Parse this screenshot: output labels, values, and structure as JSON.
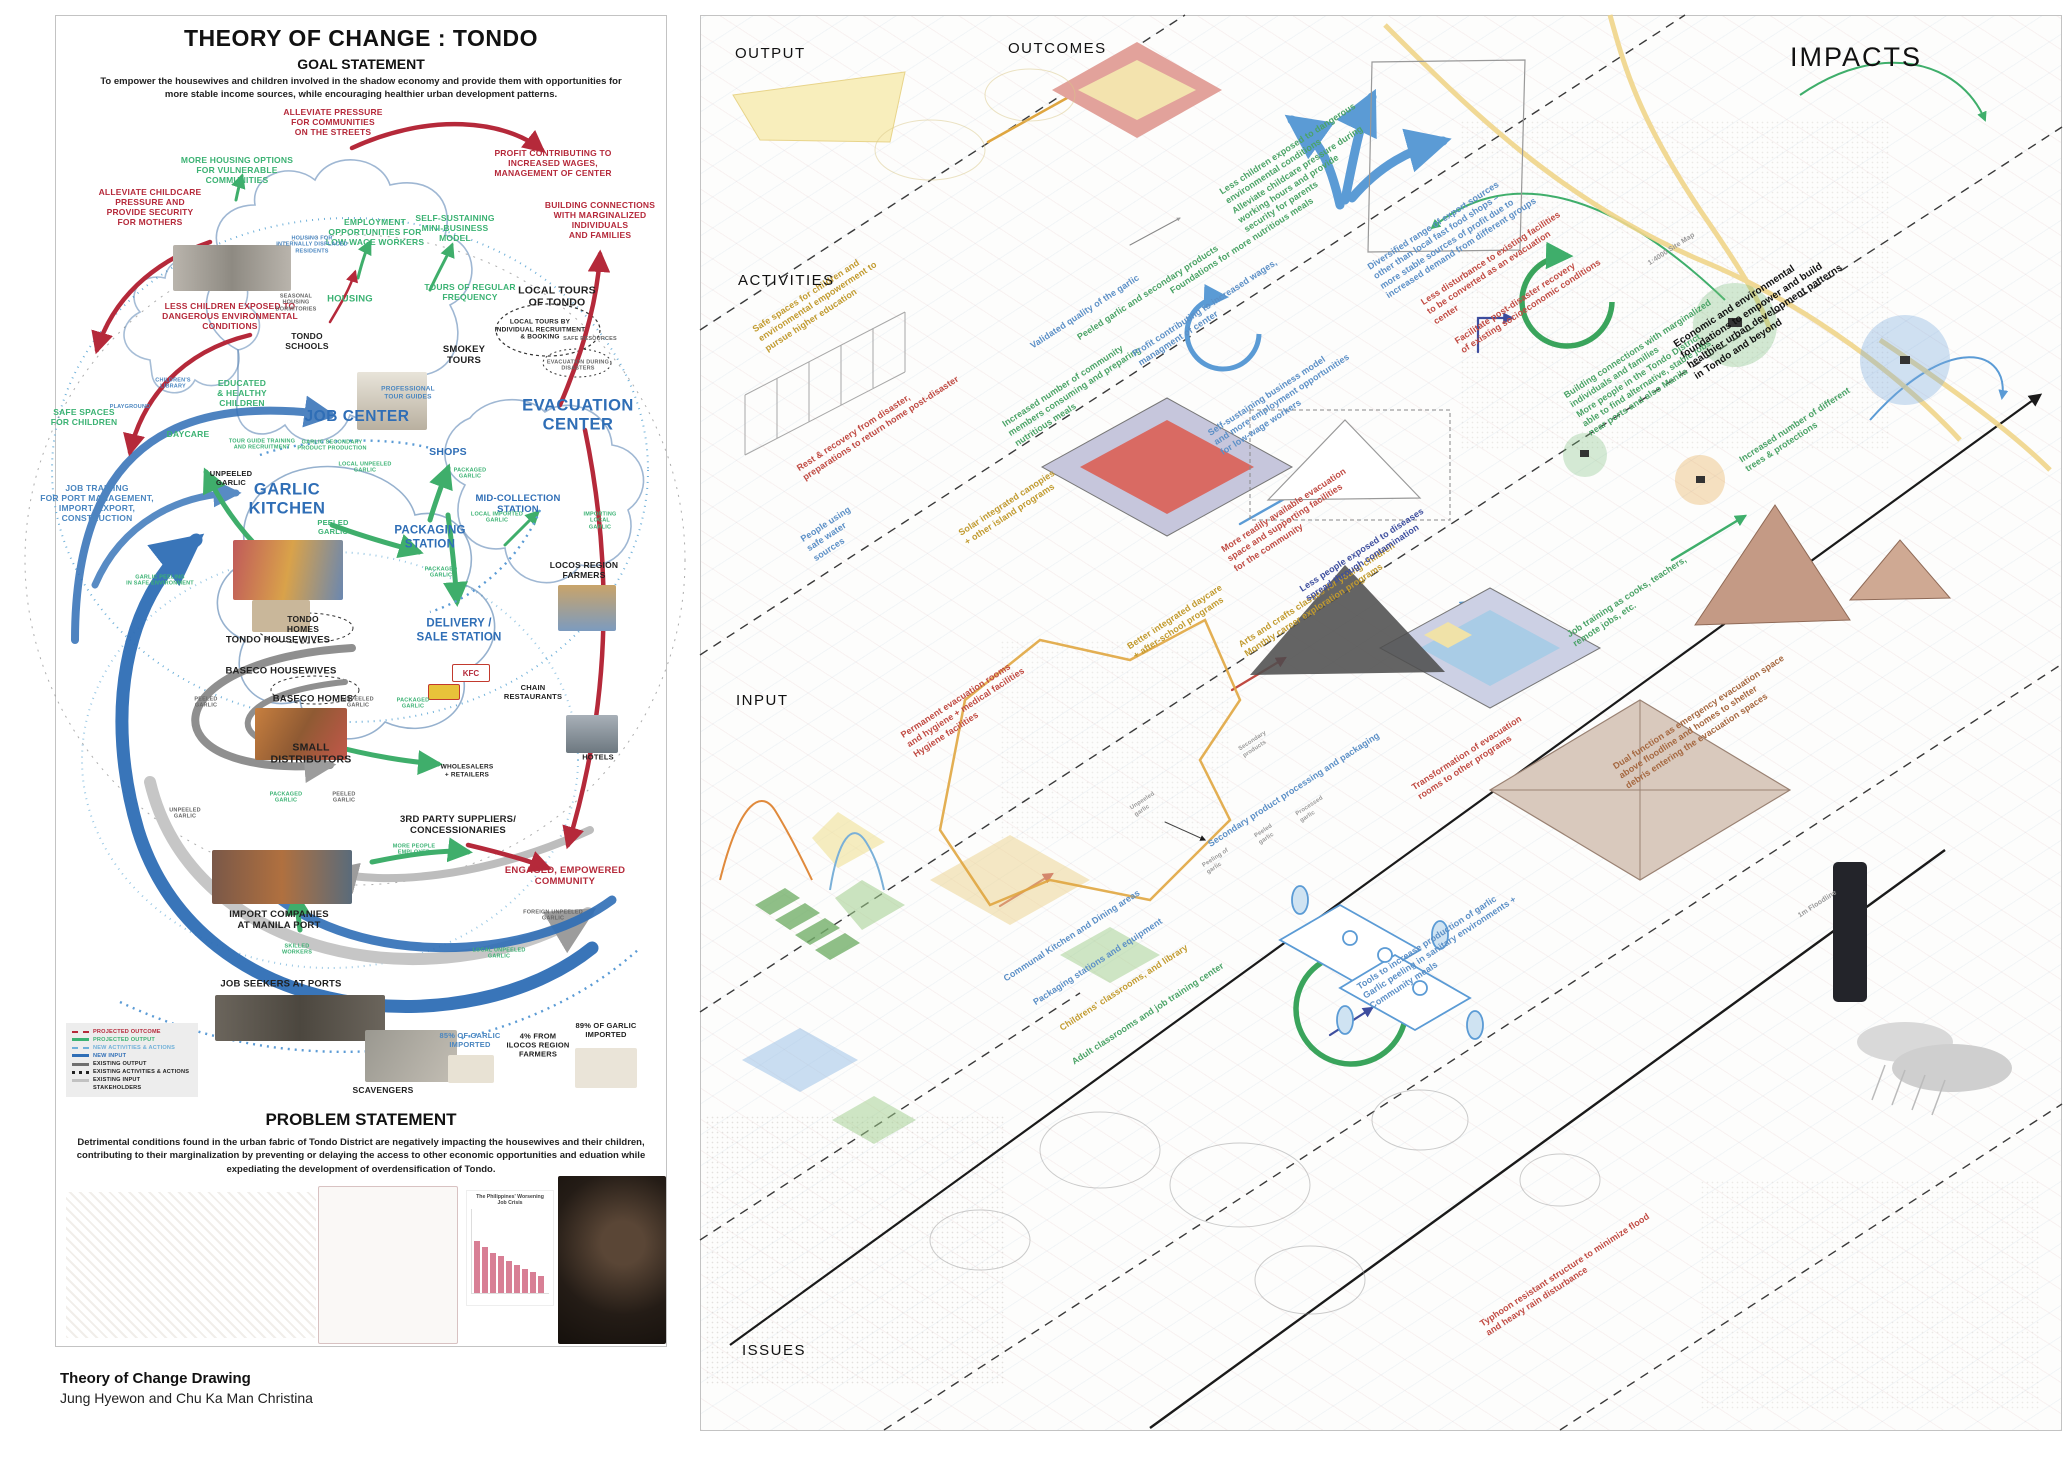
{
  "left": {
    "title": "THEORY OF CHANGE : TONDO",
    "goal_heading": "GOAL STATEMENT",
    "goal_text": "To empower the housewives and children involved in the shadow economy and provide them with opportunities for\nmore stable income sources, while encouraging healthier urban development patterns.",
    "problem_heading": "PROBLEM STATEMENT",
    "problem_text": "Detrimental conditions found in the urban fabric of Tondo District are negatively impacting the housewives and their children,\ncontributing to their marginalization by preventing or delaying the access to other economic opportunities and eduation while\nexpediating the development of overdensification of Tondo.",
    "mini_chart_title": "The Philippines' Worsening Job Crisis"
  },
  "mini_chart": {
    "type": "bar",
    "values_relative": [
      62,
      55,
      48,
      44,
      38,
      33,
      29,
      25,
      20
    ]
  },
  "L": {
    "alleviate_pressure": "ALLEVIATE PRESSURE\nFOR COMMUNITIES\nON THE STREETS",
    "more_housing": "MORE HOUSING OPTIONS\nFOR VULNERABLE\nCOMMUNITIES",
    "alleviate_childcare": "ALLEVIATE CHILDCARE\nPRESSURE AND\nPROVIDE SECURITY\nFOR MOTHERS",
    "profit_wages": "PROFIT CONTRIBUTING TO\nINCREASED WAGES,\nMANAGEMENT OF CENTER",
    "building_connections": "BUILDING CONNECTIONS\nWITH MARGINALIZED\nINDIVIDUALS\nAND FAMILIES",
    "self_sustaining": "SELF-SUSTAINING\nMINI-BUSINESS\nMODEL",
    "employment_opportunities": "EMPLOYMENT\nOPPORTUNITIES FOR\nLOW-WAGE WORKERS",
    "housing_displaced": "HOUSING FOR\nINTERNALLY DISPLACED\nRESIDENTS",
    "less_children": "LESS CHILDREN EXPOSED TO\nDANGEROUS ENVIRONMENTAL\nCONDITIONS",
    "seasonal_housing": "SEASONAL\nHOUSING\nDORMITORIES",
    "housing": "HOUSING",
    "tours_frequency": "TOURS OF REGULAR\nFREQUENCY",
    "local_tours_tondo": "LOCAL TOURS\nOF TONDO",
    "local_tours_booking": "LOCAL TOURS BY\nINDIVIDUAL RECRUITMENT\n& BOOKING",
    "tondo_schools": "TONDO\nSCHOOLS",
    "smokey_tours": "SMOKEY\nTOURS",
    "safe_resources": "SAFE RESOURCES",
    "evacuation_during_disasters": "EVACUATION DURING\nDISASTERS",
    "educated_healthy": "EDUCATED\n& HEALTHY\nCHILDREN",
    "childrens_library": "CHILDREN'S\nLIBRARY",
    "playground": "PLAYGROUND",
    "daycare": "DAYCARE",
    "safe_spaces": "SAFE SPACES\nFOR CHILDREN",
    "professional_tour_guides": "PROFESSIONAL\nTOUR GUIDES",
    "evacuation_center": "EVACUATION\nCENTER",
    "job_center": "JOB CENTER",
    "job_training_ports": "JOB TRAINING\nFOR PORT MANAGEMENT,\nIMPORT, EXPORT,\nCONSTRUCTION",
    "unpeeled_garlic_1": "UNPEELED\nGARLIC",
    "garlic_kitchen": "GARLIC\nKITCHEN",
    "peeled_garlic_1": "PEELED\nGARLIC",
    "shops": "SHOPS",
    "mid_collection": "MID-COLLECTION\nSTATION",
    "packaging_station": "PACKAGING\nSTATION",
    "delivery_sale": "DELIVERY /\nSALE STATION",
    "locos_farmers": "LOCOS REGION\nFARMERS",
    "tour_guide_training": "TOUR GUIDE TRAINING\nAND RECRUITMENT",
    "garlic_secondary_production": "GARLIC SECONDARY\nPRODUCT PRODUCTION",
    "local_unpeeled_1": "LOCAL UNPEELED\nGARLIC",
    "garlic_peeling_safe": "GARLIC PEELING\nIN SAFE ENVIRONMENT",
    "packaged_garlic_1": "PACKAGED\nGARLIC",
    "packaged_garlic_2": "PACKAGED\nGARLIC",
    "local_imported_garlic": "LOCAL IMPORTED\nGARLIC",
    "importing_local_garlic": "IMPORTING\nLOCAL\nGARLIC",
    "tondo_homes": "TONDO\nHOMES",
    "tondo_housewives": "TONDO HOUSEWIVES",
    "baseco_housewives": "BASECO HOUSEWIVES",
    "baseco_homes": "BASECO HOMES",
    "small_distributors": "SMALL\nDISTRIBUTORS",
    "peeled_garlic_2": "PEELED\nGARLIC",
    "unpeeled_garlic_2": "UNPEELED\nGARLIC",
    "packaged_garlic_3": "PACKAGED\nGARLIC",
    "packaged_garlic_4": "PACKAGED\nGARLIC",
    "peeled_garlic_3": "PEELED\nGARLIC",
    "unpeeled_garlic_3": "UNPEELED\nGARLIC",
    "third_party": "3RD PARTY SUPPLIERS/\nCONCESSIONARIES",
    "more_people_employed": "MORE PEOPLE\nEMPLOYED",
    "engaged_empowered": "ENGAGED, EMPOWERED\nCOMMUNITY",
    "foreign_unpeeled": "FOREIGN UNPEELED\nGARLIC",
    "local_unpeeled_2": "LOCAL UNPEELED\nGARLIC",
    "import_companies": "IMPORT COMPANIES\nAT MANILA PORT",
    "skilled_workers": "SKILLED\nWORKERS",
    "job_seekers": "JOB SEEKERS AT PORTS",
    "scavengers": "SCAVENGERS",
    "pct_85": "85% OF GARLIC\nIMPORTED",
    "pct_4": "4% FROM\nILOCOS REGION\nFARMERS",
    "pct_89": "89% OF GARLIC\nIMPORTED",
    "chain_restaurants": "CHAIN\nRESTAURANTS",
    "hotels": "HOTELS",
    "wholesalers_retailers": "WHOLESALERS\n+ RETAILERS",
    "kfc": "KFC"
  },
  "legend": {
    "items": [
      {
        "label": "PROJECTED OUTCOME"
      },
      {
        "label": "PROJECTED OUTPUT"
      },
      {
        "label": "NEW ACTIVITIES & ACTIONS"
      },
      {
        "label": "NEW INPUT"
      },
      {
        "label": "EXISTING OUTPUT"
      },
      {
        "label": "EXISTING ACTIVITIES & ACTIONS"
      },
      {
        "label": "EXISTING INPUT"
      },
      {
        "label": "STAKEHOLDERS"
      }
    ]
  },
  "R": {
    "sections": {
      "output": "OUTPUT",
      "outcomes": "OUTCOMES",
      "impacts": "IMPACTS",
      "activities": "ACTIVITIES",
      "input": "INPUT",
      "issues": "ISSUES"
    },
    "safe_spaces": "Safe spaces for children and\nenvironmental empowerment to\npursue higher education",
    "increased_community_meals": "Increased number of community\nmembers consuming and preparing\nnutritious meals",
    "less_children_exposed": "Less children exposed to dangerous\nenvironmental conditions\nAlleviate childcare pressure during\nworking hours and provide\nsecurity for parents",
    "foundations_meals": "Foundations for more nutritious meals",
    "validated_quality": "Validated quality of the garlic",
    "peeled_secondary": "Peeled garlic and secondary products",
    "profit_wages": "Profit contributing to increased wages,\nmanagment of center",
    "self_sustaining": "Self-sustaining business model\nand more employment opportunities\nfor low-wage workers",
    "diversified_exports": "Diversified range of export sources\nother than local fast food shops –\nmore stable sources of profit due to\nincreased demand from different groups",
    "less_disturbance": "Less disturbance to existing facilities\nto be converted as an evacuation\ncenter",
    "facilitate_recovery": "Facilitate post-disaster recovery\nof existing socioeconomic conditions",
    "building_connections": "Building connections with marginalized\nindividuals and families\nMore people in the Tondo District\nable to find alternative, stable jobs\nnear ports and also Manila",
    "increased_trees": "Increased number of different\ntrees & protections",
    "economic_foundations": "Economic and environmental\nfoundations to empower and build\nhealthier urban development patterns\nin Tondo and beyond",
    "rest_recovery": "Rest & recovery from disaster,\npreparations to return home post-disaster",
    "people_safe_water": "People using\nsafe water\nsources",
    "solar_canopies": "Solar integrated canopies\n+ other island programs",
    "better_daycare": "Better integrated daycare\n+ after-school programs",
    "arts_crafts": "Arts and crafts classes for young children\nMonthly career exploration programs",
    "job_training_cooks": "Job training as cooks, teachers,\nremote jobs, etc.",
    "secondary_processing": "Secondary product processing and packaging",
    "transformation_rooms": "Transformation of evacuation\nrooms to other programs",
    "permanent_evacuation": "Permanent evacuation rooms\nand hygiene + medical facilities\nHygiene facilities",
    "communal_kitchen": "Communal Kitchen and Dining areas",
    "packaging_equipment": "Packaging stations and equipment",
    "children_classrooms": "Childrens' classrooms, and library",
    "adult_classrooms": "Adult classrooms and job training center",
    "tools_production": "Tools to increase production of garlic\nGarlic peeling in sanitary environments +\nCommunity meals",
    "typhoon_structure": "Typhoon resistant structure to minimize flood\nand heavy rain disturbance",
    "dual_function": "Dual function as emergency evacuation space\nabove floodline and homes to shelter\ndebris entering the evacuation spaces",
    "less_people_diseases": "Less people exposed to diseases\nspread through contamination",
    "more_readily_evacuation": "More readily available evacuation\nspace and supporting facilities\nfor the community",
    "site_map_label": "1:4000 Site Map",
    "floodline_label": "1m Floodline",
    "unpeeled_sm": "Unpeeled\ngarlic",
    "peeled_sm": "Peeled\ngarlic",
    "processed_sm": "Processed\ngarlic",
    "peeling_sm": "Peeling of\ngarlic",
    "secondary_sm": "Secondary\nproducts"
  },
  "credit": {
    "line1": "Theory of Change Drawing",
    "line2": "Jung Hyewon and Chu Ka Man Christina"
  },
  "colors": {
    "projected_outcome": "#b5293a",
    "projected_output": "#3bb273",
    "new_input": "#2f6eb6",
    "existing_output": "#8a8a8a",
    "existing_input": "#c2c2c2",
    "accent_yellow": "#e0a640"
  }
}
